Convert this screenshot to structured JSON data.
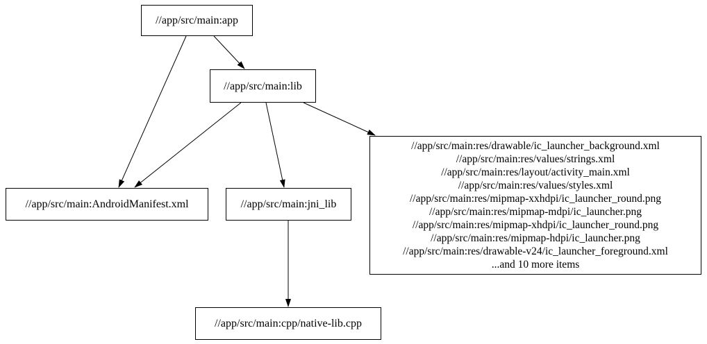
{
  "colors": {
    "background": "#ffffff",
    "node_fill": "#ffffff",
    "node_border": "#000000",
    "edge": "#000000",
    "text": "#000000"
  },
  "nodes": {
    "app": {
      "label": "//app/src/main:app"
    },
    "lib": {
      "label": "//app/src/main:lib"
    },
    "android_manifest": {
      "label": "//app/src/main:AndroidManifest.xml"
    },
    "jni_lib": {
      "label": "//app/src/main:jni_lib"
    },
    "resources": {
      "lines": [
        "//app/src/main:res/drawable/ic_launcher_background.xml",
        "//app/src/main:res/values/strings.xml",
        "//app/src/main:res/layout/activity_main.xml",
        "//app/src/main:res/values/styles.xml",
        "//app/src/main:res/mipmap-xxhdpi/ic_launcher_round.png",
        "//app/src/main:res/mipmap-mdpi/ic_launcher.png",
        "//app/src/main:res/mipmap-xhdpi/ic_launcher_round.png",
        "//app/src/main:res/mipmap-hdpi/ic_launcher.png",
        "//app/src/main:res/drawable-v24/ic_launcher_foreground.xml",
        "...and 10 more items"
      ]
    },
    "native_lib_cpp": {
      "label": "//app/src/main:cpp/native-lib.cpp"
    }
  },
  "edges": [
    {
      "from": "app",
      "to": "lib"
    },
    {
      "from": "app",
      "to": "android_manifest"
    },
    {
      "from": "lib",
      "to": "android_manifest"
    },
    {
      "from": "lib",
      "to": "jni_lib"
    },
    {
      "from": "lib",
      "to": "resources"
    },
    {
      "from": "jni_lib",
      "to": "native_lib_cpp"
    }
  ]
}
